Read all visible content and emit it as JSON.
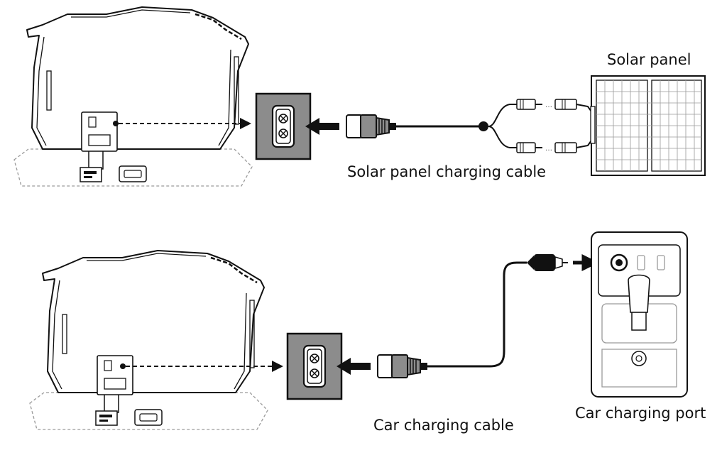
{
  "labels": {
    "solar_panel": "Solar panel",
    "solar_cable": "Solar panel charging cable",
    "car_port": "Car charging port",
    "car_cable": "Car charging cable"
  },
  "colors": {
    "line": "#1a1a1a",
    "port_box": "#8c8c8c",
    "port_box_border": "#111111",
    "dashed_ground": "#9a9a9a"
  }
}
